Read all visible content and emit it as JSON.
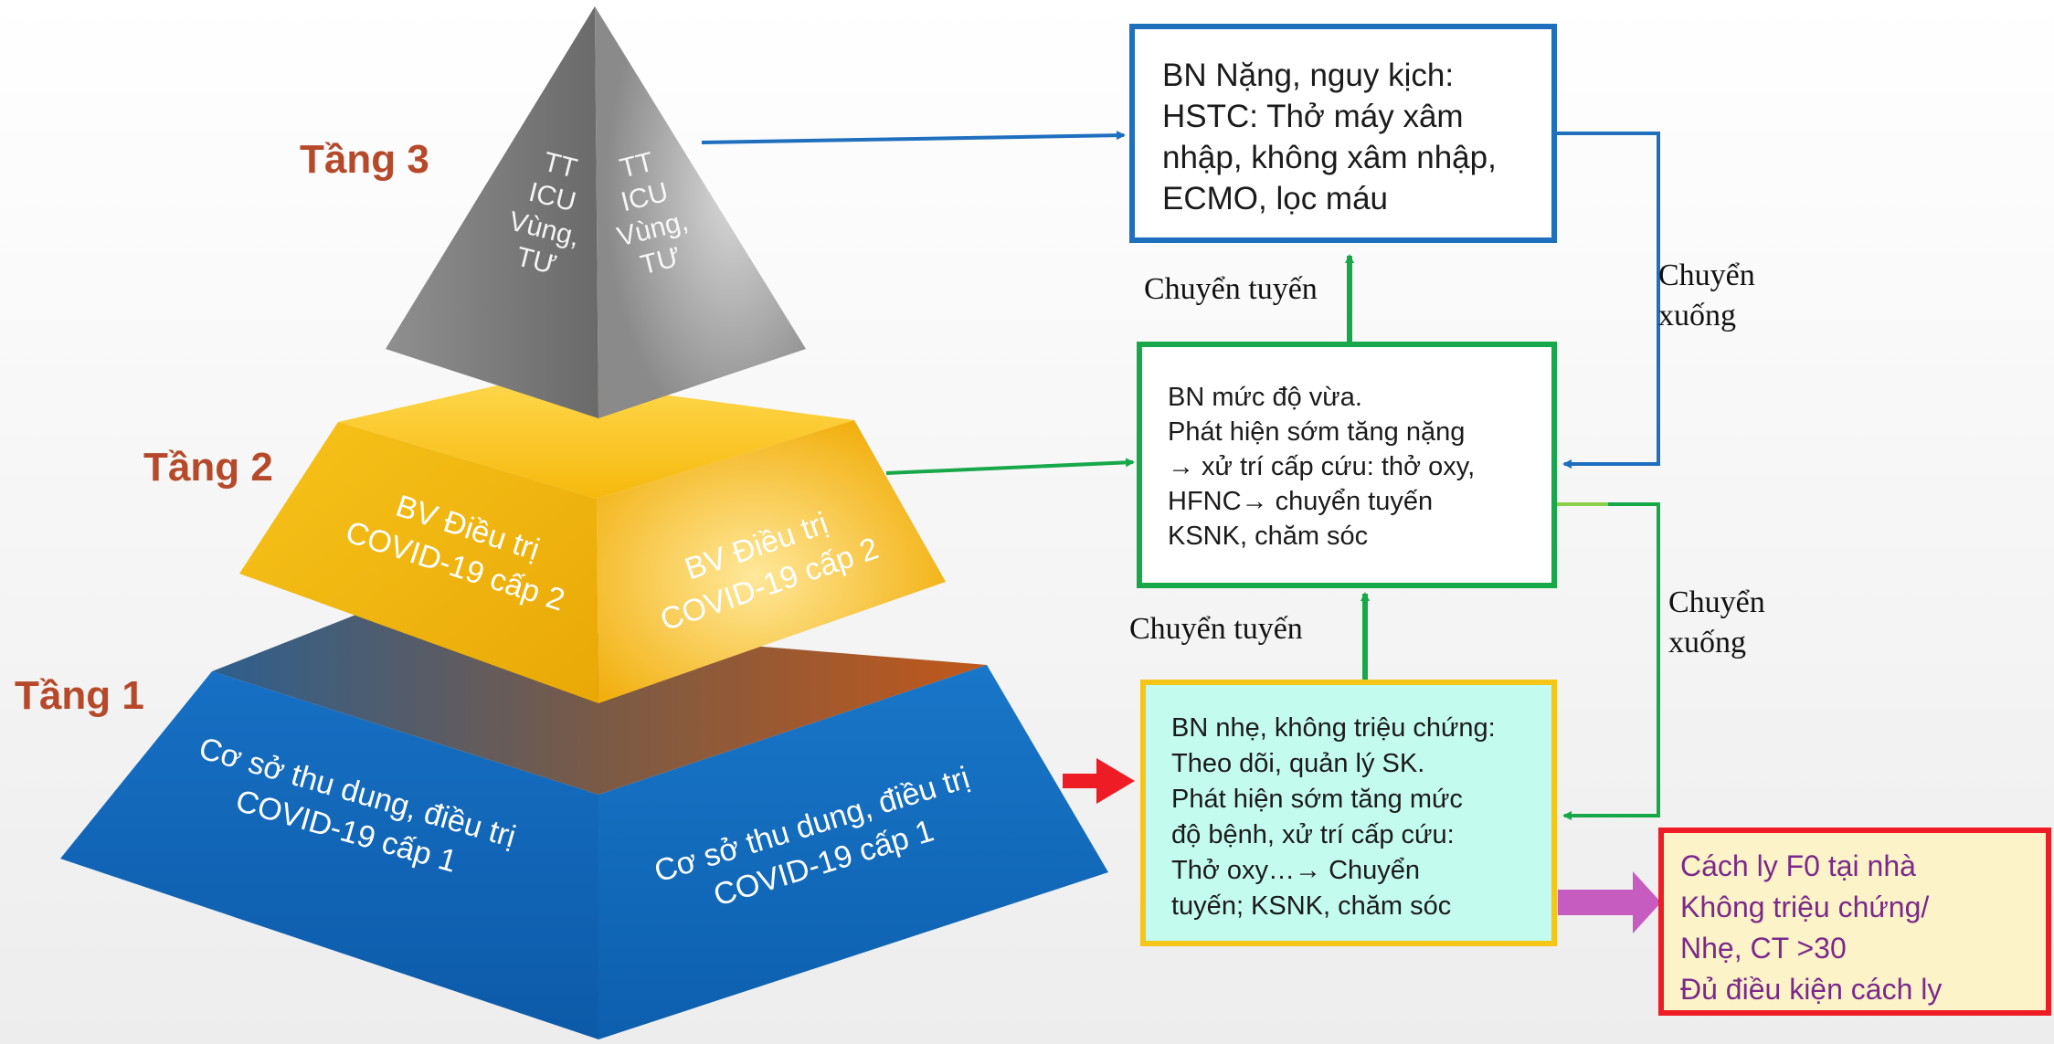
{
  "tiers": {
    "t3": "Tầng 3",
    "t2": "Tầng 2",
    "t1": "Tầng 1"
  },
  "pyramid": {
    "top_left": [
      "TT",
      "ICU",
      "Vùng,",
      "TƯ"
    ],
    "top_right": [
      "TT",
      "ICU",
      "Vùng,",
      "TƯ"
    ],
    "mid_left": [
      "BV Điều trị",
      "COVID-19 cấp 2"
    ],
    "mid_right": [
      "BV Điều trị",
      "COVID-19 cấp 2"
    ],
    "bot_left": [
      "Cơ sở thu dung, điều trị",
      "COVID-19 cấp 1"
    ],
    "bot_right": [
      "Cơ sở thu dung, điều trị",
      "COVID-19 cấp 1"
    ]
  },
  "boxes": {
    "severe": {
      "lines": [
        "BN Nặng, nguy kịch:",
        "HSTC: Thở máy xâm",
        "nhập, không xâm nhập,",
        "ECMO, lọc máu"
      ],
      "border_color": "#1f6fbf"
    },
    "moderate": {
      "lines": [
        "BN mức độ vừa.",
        "Phát hiện sớm tăng nặng",
        "→ xử trí cấp cứu: thở oxy,",
        "HFNC→ chuyển tuyến",
        "KSNK, chăm sóc"
      ],
      "border_color": "#17a84a"
    },
    "mild": {
      "lines": [
        "BN nhẹ, không triệu chứng:",
        "Theo dõi, quản lý SK.",
        "Phát hiện sớm tăng mức",
        "độ bệnh, xử trí cấp cứu:",
        "Thở oxy…→ Chuyển",
        "tuyến; KSNK, chăm sóc"
      ],
      "border_color": "#f5c518",
      "fill_color": "#c4fbef"
    },
    "home": {
      "lines": [
        "Cách ly F0 tại nhà",
        "Không triệu chứng/",
        "Nhẹ, CT >30",
        "Đủ điều kiện cách ly"
      ],
      "border_color": "#ee1c25",
      "fill_color": "#fdf3c8",
      "text_color": "#7a2a8a"
    }
  },
  "labels": {
    "transfer_up_top": "Chuyển tuyến",
    "transfer_up_mid": "Chuyển tuyến",
    "transfer_down_top": [
      "Chuyển",
      "xuống"
    ],
    "transfer_down_mid": [
      "Chuyển",
      "xuống"
    ]
  }
}
